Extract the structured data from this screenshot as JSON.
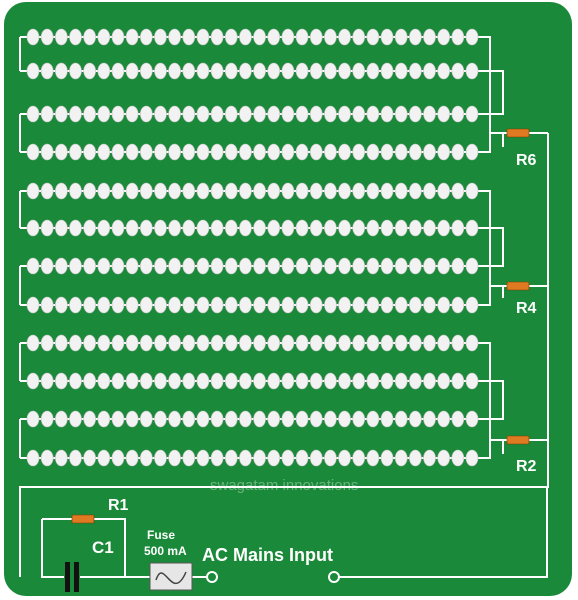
{
  "board": {
    "pcb_color": "#1a8a3a",
    "trace_color": "#ffffff",
    "led_color": "#f2f2f2",
    "resistor_color": "#e07a22"
  },
  "led_matrix": {
    "groups": 3,
    "strings_per_group": 4,
    "leds_per_string": 32
  },
  "labels": {
    "r6": "R6",
    "r4": "R4",
    "r2": "R2",
    "r1": "R1",
    "c1": "C1",
    "fuse_title": "Fuse",
    "fuse_rating": "500 mA",
    "ac_input": "AC Mains Input",
    "watermark": "swagatam innovations"
  }
}
